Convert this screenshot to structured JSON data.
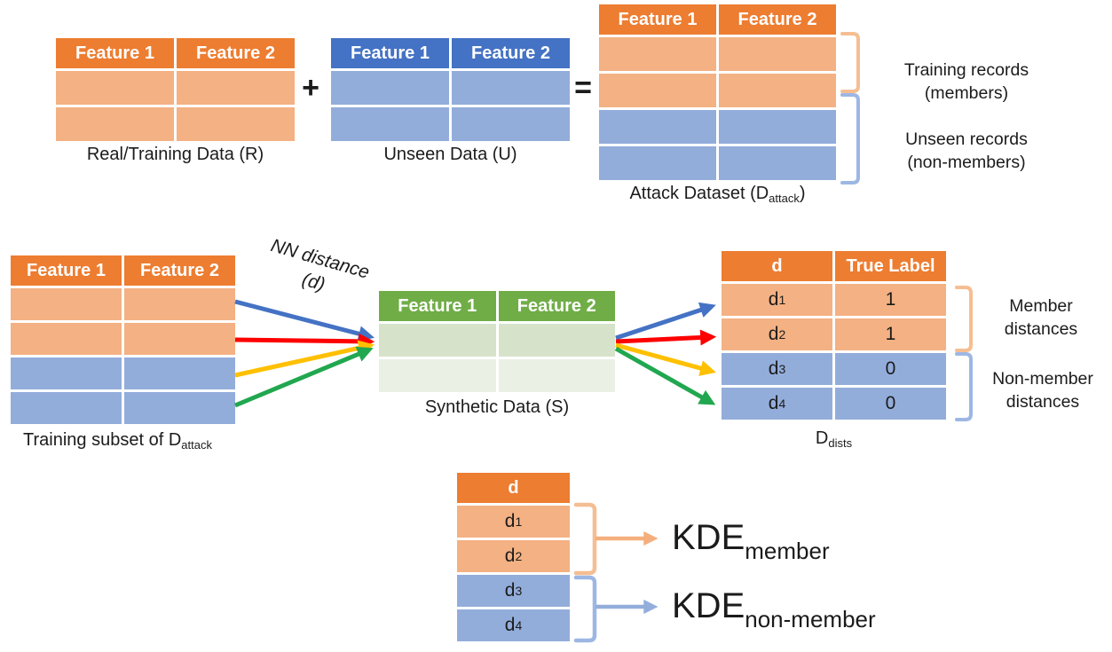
{
  "colors": {
    "header_orange": "#ED7D31",
    "row_member_orange": "#F4B183",
    "header_blue": "#4472C4",
    "row_nonmember_blue": "#93ADDB",
    "header_green": "#70AD47",
    "synthetic_row1_green": "#D6E3CA",
    "synthetic_row2_green": "#EAF0E4",
    "arrow_blue": "#4472C4",
    "arrow_red": "#FE0000",
    "arrow_yellow": "#FFC000",
    "arrow_green": "#21A74F",
    "bracket_member": "#F5BE92",
    "bracket_nonmember": "#9DB7E4",
    "text": "#1b1b1b"
  },
  "top": {
    "real_table": {
      "headers": [
        "Feature 1",
        "Feature 2"
      ],
      "caption": "Real/Training Data (R)",
      "row_groups": [
        "member",
        "member"
      ]
    },
    "plus": "+",
    "unseen_table": {
      "headers": [
        "Feature 1",
        "Feature 2"
      ],
      "caption": "Unseen Data (U)",
      "row_groups": [
        "non-member",
        "non-member"
      ]
    },
    "equals": "=",
    "attack_table": {
      "headers": [
        "Feature 1",
        "Feature 2"
      ],
      "caption_base": "Attack Dataset (D",
      "caption_sub": "attack",
      "caption_end": ")",
      "row_groups": [
        "member",
        "member",
        "non-member",
        "non-member"
      ]
    },
    "member_note": {
      "line1": "Training records",
      "line2": "(members)"
    },
    "nonmember_note": {
      "line1": "Unseen records",
      "line2": "(non-members)"
    }
  },
  "middle": {
    "subset_table": {
      "headers": [
        "Feature 1",
        "Feature 2"
      ],
      "caption_base": "Training subset of D",
      "caption_sub": "attack",
      "row_groups": [
        "member",
        "member",
        "non-member",
        "non-member"
      ]
    },
    "nn_label": {
      "line1": "NN distance",
      "line2": "(d)"
    },
    "synthetic_table": {
      "headers": [
        "Feature 1",
        "Feature 2"
      ],
      "caption": "Synthetic Data (S)"
    },
    "dists_table": {
      "headers": [
        "d",
        "True Label"
      ],
      "rows": [
        {
          "d_base": "d",
          "d_sub": "1",
          "label": "1",
          "group": "member"
        },
        {
          "d_base": "d",
          "d_sub": "2",
          "label": "1",
          "group": "member"
        },
        {
          "d_base": "d",
          "d_sub": "3",
          "label": "0",
          "group": "non-member"
        },
        {
          "d_base": "d",
          "d_sub": "4",
          "label": "0",
          "group": "non-member"
        }
      ],
      "caption_base": "D",
      "caption_sub": "dists"
    },
    "member_note": {
      "line1": "Member",
      "line2": "distances"
    },
    "nonmember_note": {
      "line1": "Non-member",
      "line2": "distances"
    }
  },
  "bottom": {
    "d_table": {
      "header": "d",
      "rows": [
        {
          "base": "d",
          "sub": "1",
          "group": "member"
        },
        {
          "base": "d",
          "sub": "2",
          "group": "member"
        },
        {
          "base": "d",
          "sub": "3",
          "group": "non-member"
        },
        {
          "base": "d",
          "sub": "4",
          "group": "non-member"
        }
      ]
    },
    "kde_member": {
      "base": "KDE",
      "sub": "member"
    },
    "kde_nonmember": {
      "base": "KDE",
      "sub": "non-member"
    }
  }
}
